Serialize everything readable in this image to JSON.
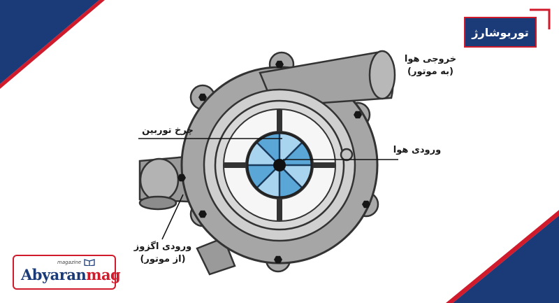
{
  "title": "توربوشارژ",
  "labels": {
    "air_outlet_line1": "خروجی هوا",
    "air_outlet_line2": "(به موتور)",
    "turbine_wheel": "چرخ توربین",
    "air_inlet": "ورودی هوا",
    "exhaust_inlet_line1": "ورودی اگزوز",
    "exhaust_inlet_line2": "(از موتور)"
  },
  "logo": {
    "main_a": "Abyaran",
    "main_b": "mag",
    "sub": "magazine"
  },
  "icons": {
    "logo_mark": "book-icon"
  },
  "colors": {
    "navy": "#1b3a78",
    "red": "#d01b2c",
    "blade_light": "#a9d4ef",
    "blade_mid": "#5aa6d6",
    "housing": "#a6a6a6",
    "housing_dark": "#858585"
  }
}
